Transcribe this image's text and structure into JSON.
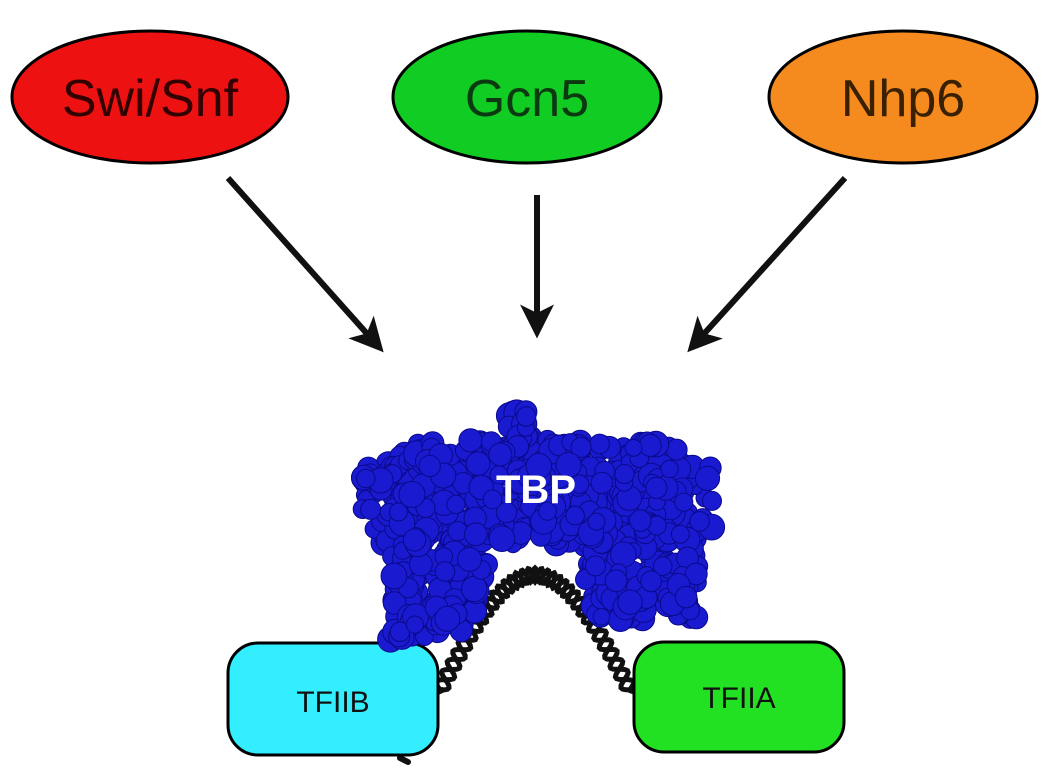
{
  "regulators": [
    {
      "label": "Swi/Snf",
      "fill": "#ee1111"
    },
    {
      "label": "Gcn5",
      "fill": "#11cc22"
    },
    {
      "label": "Nhp6",
      "fill": "#f58a1f"
    }
  ],
  "tbp": {
    "label": "TBP",
    "fill": "#1a1ad0",
    "text_color": "#ffffff"
  },
  "tfiib": {
    "label": "TFIIB",
    "fill": "#33eeff"
  },
  "tfiia": {
    "label": "TFIIA",
    "fill": "#22e022"
  },
  "colors": {
    "arrow": "#111111",
    "outline": "#000000",
    "dna": "#111111"
  }
}
